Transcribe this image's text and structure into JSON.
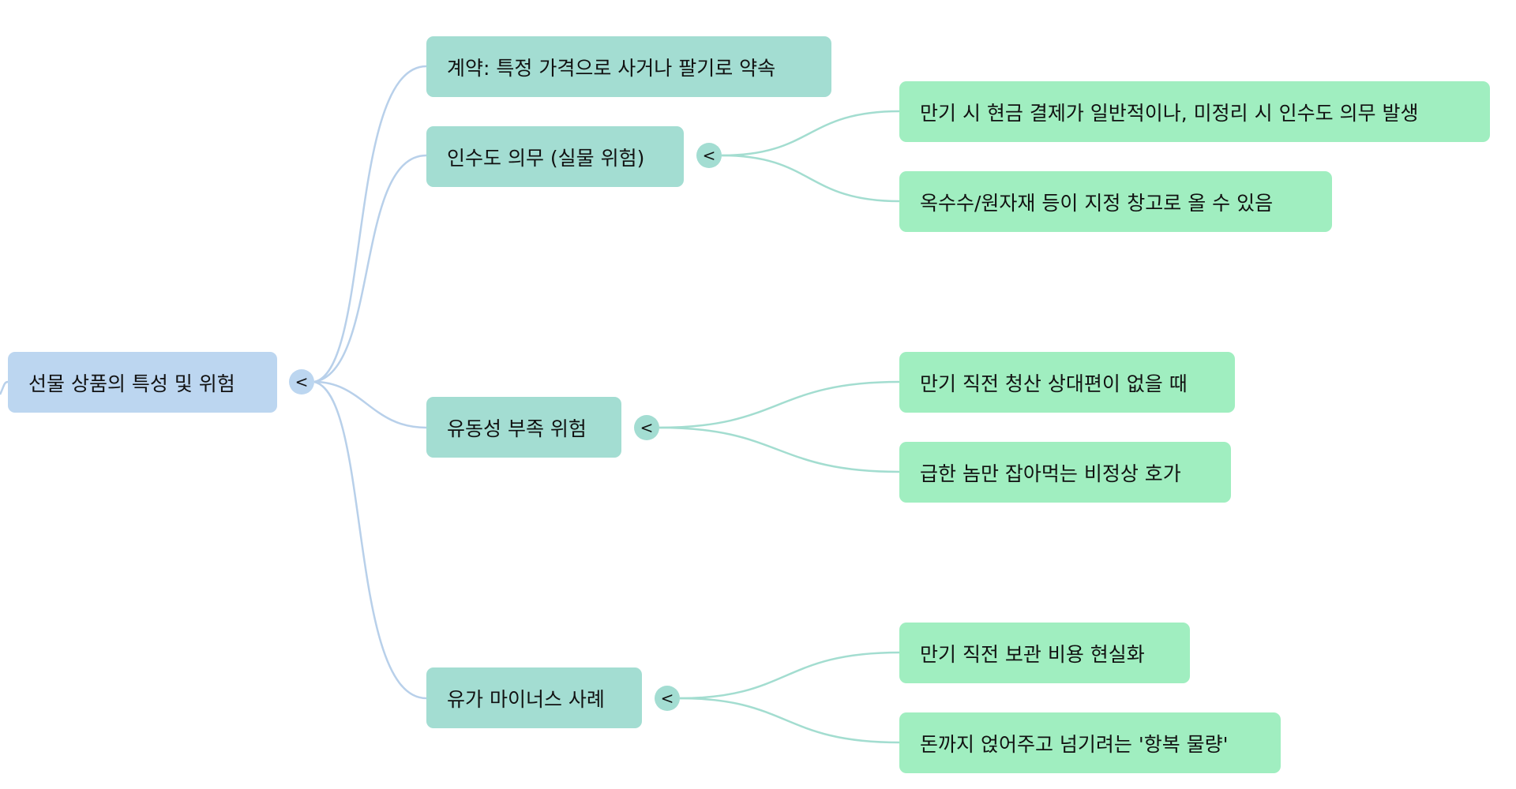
{
  "root": {
    "label": "선물 상품의 특성 및 위험",
    "toggle": "<"
  },
  "branches": [
    {
      "label": "계약: 특정 가격으로 사거나 팔기로 약속",
      "children": []
    },
    {
      "label": "인수도 의무 (실물 위험)",
      "toggle": "<",
      "children": [
        {
          "label": "만기 시 현금 결제가 일반적이나, 미정리 시 인수도 의무 발생"
        },
        {
          "label": "옥수수/원자재 등이 지정 창고로 올 수 있음"
        }
      ]
    },
    {
      "label": "유동성 부족 위험",
      "toggle": "<",
      "children": [
        {
          "label": "만기 직전 청산 상대편이 없을 때"
        },
        {
          "label": "급한 놈만 잡아먹는 비정상 호가"
        }
      ]
    },
    {
      "label": "유가 마이너스 사례",
      "toggle": "<",
      "children": [
        {
          "label": "만기 직전 보관 비용 현실화"
        },
        {
          "label": "돈까지 얹어주고 넘기려는 '항복 물량'"
        }
      ]
    }
  ],
  "colors": {
    "root": "#bcd6f0",
    "level1": "#a3ddd2",
    "level2": "#a0eec0",
    "root_link": "#b8d0ea",
    "level1_link": "#a3ddd0"
  }
}
